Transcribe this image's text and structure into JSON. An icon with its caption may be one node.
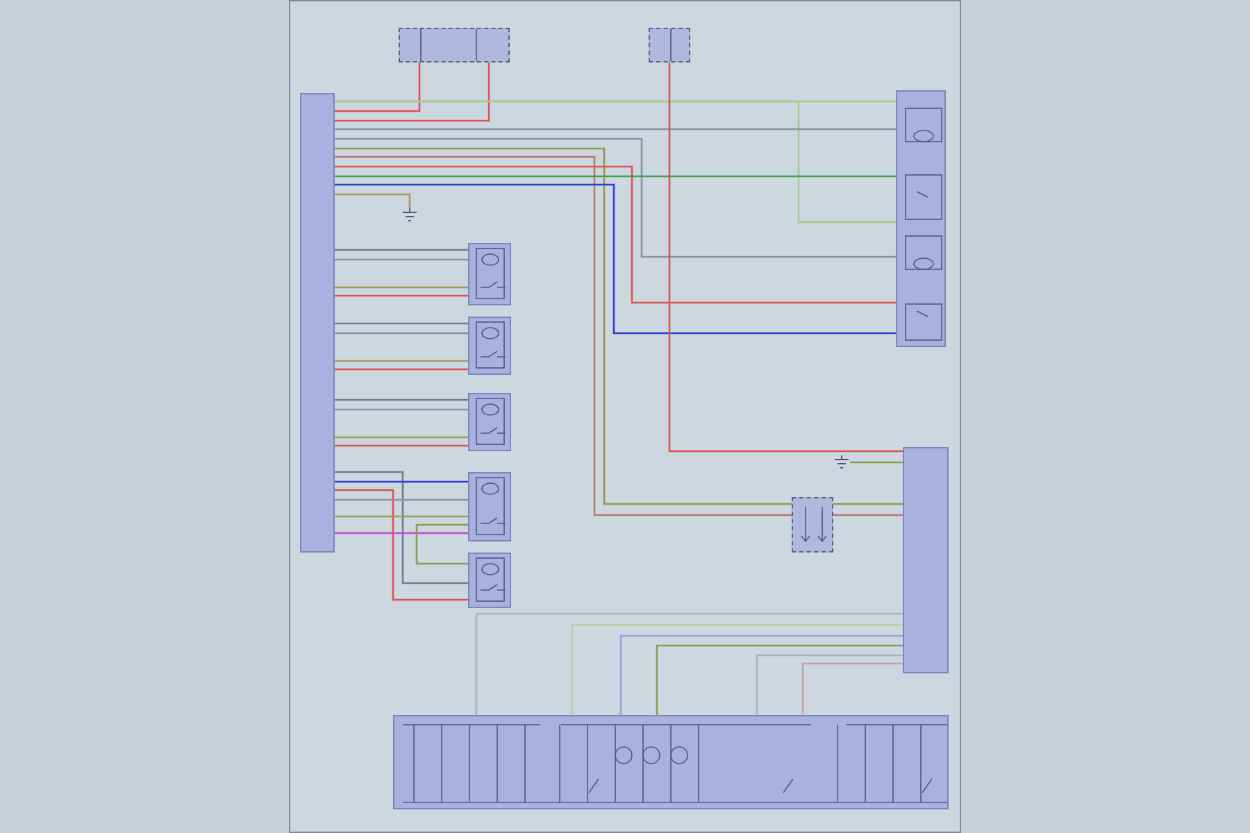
{
  "diagram": {
    "nodes": [
      {
        "text": [],
        "shape": "box"
      },
      {
        "text": [],
        "shape": "box"
      },
      {
        "text": [],
        "shape": "box"
      },
      {
        "text": [],
        "shape": "box"
      },
      {
        "text": [],
        "shape": "box"
      },
      {
        "text": [],
        "shape": "box"
      },
      {
        "text": [],
        "shape": "box"
      },
      {
        "text": [],
        "shape": "box"
      },
      {
        "text": [],
        "shape": "box"
      },
      {
        "text": [],
        "shape": "box"
      },
      {
        "text": [],
        "shape": "box"
      },
      {
        "text": [],
        "shape": "box"
      },
      {
        "text": [],
        "shape": "ground"
      },
      {
        "text": [],
        "shape": "ground"
      }
    ],
    "edges": [
      {
        "from": 1,
        "to": 0,
        "arrow": "none",
        "color": "#d9534f"
      },
      {
        "from": 1,
        "to": 0,
        "arrow": "none",
        "color": "#d9534f"
      },
      {
        "from": 0,
        "to": 3,
        "arrow": "none",
        "color": "#a9c98f"
      },
      {
        "from": 0,
        "to": 3,
        "arrow": "none",
        "color": "#a9c98f"
      },
      {
        "from": 0,
        "to": 3,
        "arrow": "none",
        "color": "#8794a3"
      },
      {
        "from": 0,
        "to": 3,
        "arrow": "none",
        "color": "#8794a3"
      },
      {
        "from": 0,
        "to": 9,
        "arrow": "none",
        "color": "#8f9a4f"
      },
      {
        "from": 0,
        "to": 9,
        "arrow": "none",
        "color": "#b5786a"
      },
      {
        "from": 0,
        "to": 3,
        "arrow": "none",
        "color": "#d9534f"
      },
      {
        "from": 0,
        "to": 3,
        "arrow": "none",
        "color": "#3fa34d"
      },
      {
        "from": 0,
        "to": 3,
        "arrow": "none",
        "color": "#2f3fd6"
      },
      {
        "from": 0,
        "to": 12,
        "arrow": "none",
        "color": "#a39a5a"
      },
      {
        "from": 2,
        "to": 10,
        "arrow": "none",
        "color": "#d9534f"
      },
      {
        "from": 9,
        "to": 10,
        "arrow": "none",
        "color": "#8f9a4f"
      },
      {
        "from": 9,
        "to": 10,
        "arrow": "none",
        "color": "#b5786a"
      },
      {
        "from": 10,
        "to": 13,
        "arrow": "none",
        "color": "#8f9a4f"
      },
      {
        "from": 0,
        "to": 4,
        "arrow": "none",
        "color": "#6f7c8c"
      },
      {
        "from": 0,
        "to": 4,
        "arrow": "none",
        "color": "#8794a3"
      },
      {
        "from": 0,
        "to": 4,
        "arrow": "none",
        "color": "#a39a5a"
      },
      {
        "from": 0,
        "to": 4,
        "arrow": "none",
        "color": "#d9534f"
      },
      {
        "from": 0,
        "to": 5,
        "arrow": "none",
        "color": "#6f7c8c"
      },
      {
        "from": 0,
        "to": 5,
        "arrow": "none",
        "color": "#8794a3"
      },
      {
        "from": 0,
        "to": 5,
        "arrow": "none",
        "color": "#a39a5a"
      },
      {
        "from": 0,
        "to": 5,
        "arrow": "none",
        "color": "#d9534f"
      },
      {
        "from": 0,
        "to": 6,
        "arrow": "none",
        "color": "#6f7c8c"
      },
      {
        "from": 0,
        "to": 6,
        "arrow": "none",
        "color": "#8794a3"
      },
      {
        "from": 0,
        "to": 6,
        "arrow": "none",
        "color": "#a39a5a"
      },
      {
        "from": 0,
        "to": 6,
        "arrow": "none",
        "color": "#d9534f"
      },
      {
        "from": 0,
        "to": 8,
        "arrow": "none",
        "color": "#6f7c8c"
      },
      {
        "from": 0,
        "to": 7,
        "arrow": "none",
        "color": "#2f3fd6"
      },
      {
        "from": 0,
        "to": 8,
        "arrow": "none",
        "color": "#d9534f"
      },
      {
        "from": 0,
        "to": 7,
        "arrow": "none",
        "color": "#8794a3"
      },
      {
        "from": 0,
        "to": 7,
        "arrow": "none",
        "color": "#a39a5a"
      },
      {
        "from": 0,
        "to": 7,
        "arrow": "none",
        "color": "#c24fc7"
      },
      {
        "from": 7,
        "to": 8,
        "arrow": "none",
        "color": "#8f9a4f"
      },
      {
        "from": 10,
        "to": 11,
        "arrow": "none",
        "color": "#aab4bf"
      },
      {
        "from": 10,
        "to": 11,
        "arrow": "none",
        "color": "#b8cf9a"
      },
      {
        "from": 10,
        "to": 11,
        "arrow": "none",
        "color": "#9aa0e0"
      },
      {
        "from": 10,
        "to": 11,
        "arrow": "none",
        "color": "#8f9a4f"
      },
      {
        "from": 10,
        "to": 11,
        "arrow": "none",
        "color": "#aab4bf"
      },
      {
        "from": 10,
        "to": 11,
        "arrow": "none",
        "color": "#c8a0a0"
      }
    ]
  }
}
